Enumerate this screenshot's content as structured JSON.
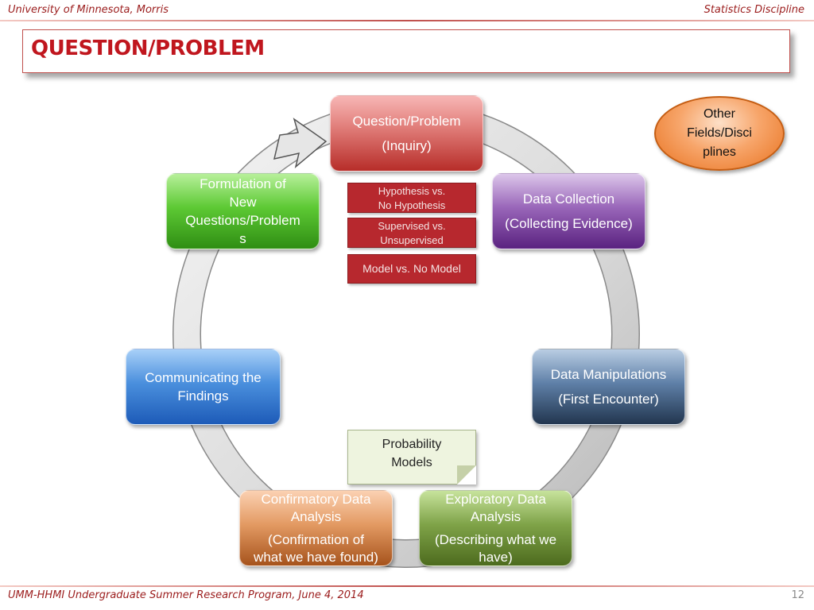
{
  "header": {
    "left": "University of Minnesota, Morris",
    "right": "Statistics Discipline"
  },
  "title": "QUESTION/PROBLEM",
  "nodes": {
    "question": {
      "line1": "Question/Problem",
      "line2": "(Inquiry)"
    },
    "data_collection": {
      "line1": "Data Collection",
      "line2": "(Collecting Evidence)"
    },
    "data_manipulations": {
      "line1": "Data Manipulations",
      "line2": "(First Encounter)"
    },
    "exploratory": {
      "line1": "Exploratory Data",
      "line2": "Analysis",
      "line3": "(Describing what we",
      "line4": "have)"
    },
    "confirmatory": {
      "line1": "Confirmatory Data",
      "line2": "Analysis",
      "line3": "(Confirmation of",
      "line4": "what we have found)"
    },
    "communicating": {
      "line1": "Communicating the",
      "line2": "Findings"
    },
    "formulation": {
      "line1": "Formulation of",
      "line2": "New",
      "line3": "Questions/Problem",
      "line4": "s"
    }
  },
  "labels": {
    "hypothesis": {
      "line1": "Hypothesis vs.",
      "line2": "No Hypothesis"
    },
    "supervised": {
      "line1": "Supervised vs.",
      "line2": "Unsupervised"
    },
    "model": "Model vs. No Model"
  },
  "note": {
    "line1": "Probability",
    "line2": "Models"
  },
  "other": {
    "line1": "Other",
    "line2": "Fields/Disci",
    "line3": "plines"
  },
  "footer": {
    "left": "UMM-HHMI Undergraduate Summer Research Program,  June 4, 2014",
    "page": "12"
  },
  "colors": {
    "accent": "#c0161e",
    "header_text": "#9b1c1c"
  }
}
